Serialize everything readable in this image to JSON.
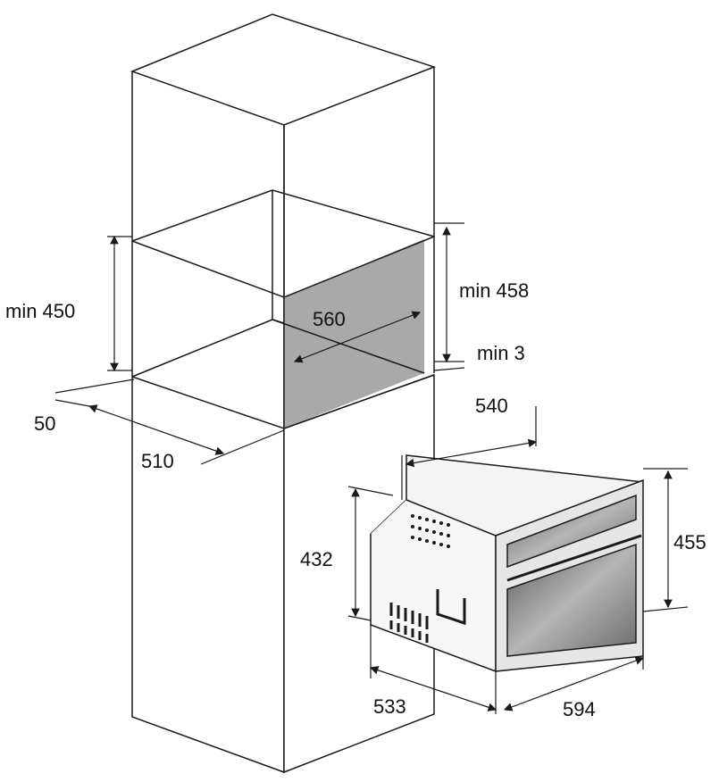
{
  "dimensions": {
    "niche_height_left": "min 450",
    "niche_height_right": "min 458",
    "niche_width": "560",
    "gap": "min 3",
    "front_offset": "50",
    "niche_depth": "510",
    "oven_depth_top": "540",
    "oven_height_body": "432",
    "oven_height_front": "455",
    "oven_depth_bottom": "533",
    "oven_width": "594"
  },
  "colors": {
    "line": "#1a1a1a",
    "niche_shade": "#a9a9a9",
    "oven_panel": "#e6e6e6",
    "oven_window": "#8a8a8a"
  }
}
